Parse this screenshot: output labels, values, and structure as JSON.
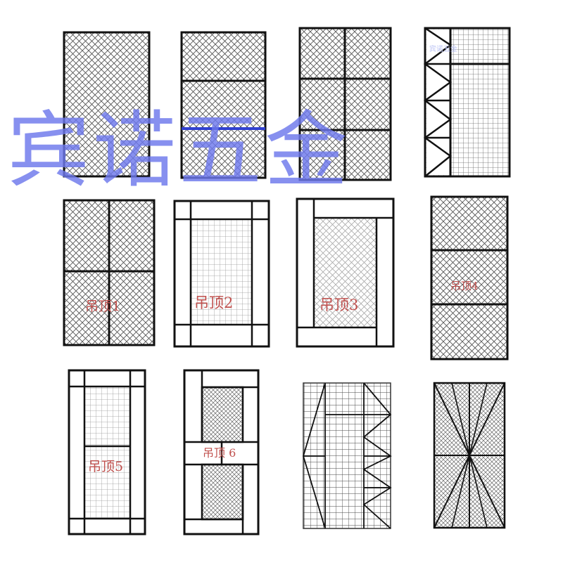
{
  "watermark": "宾诺五金",
  "watermark_sub": "宾诺五金",
  "labels": {
    "p1": "吊顶1",
    "p2": "吊顶2",
    "p3": "吊顶3",
    "p4": "吊顶4",
    "p5": "吊顶5",
    "p6": "吊顶 6"
  },
  "colors": {
    "frame": "#111111",
    "mesh": "#555555",
    "label": "#c0504d",
    "watermark": "#6c78eb",
    "accent_line": "#3040d0"
  }
}
